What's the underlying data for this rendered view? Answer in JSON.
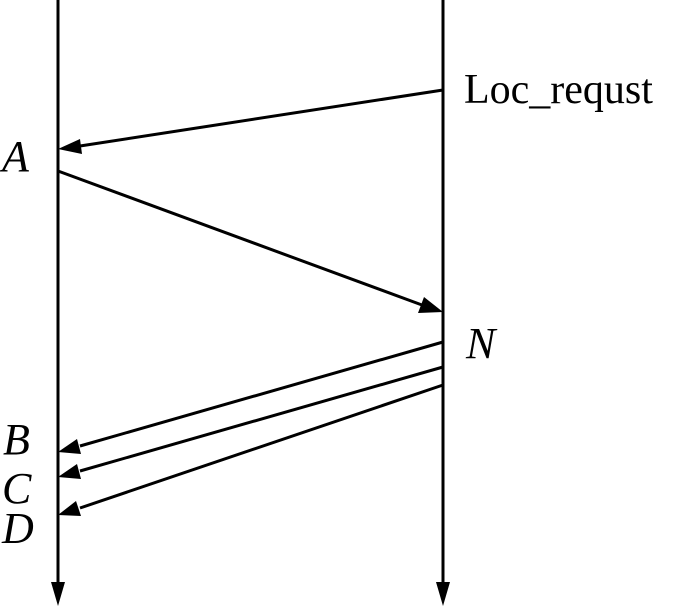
{
  "diagram": {
    "message_label": "Loc_requst",
    "points": {
      "a": "A",
      "n": "N",
      "b": "B",
      "c": "C",
      "d": "D"
    },
    "colors": {
      "ink": "#000000",
      "background": "#ffffff"
    }
  }
}
